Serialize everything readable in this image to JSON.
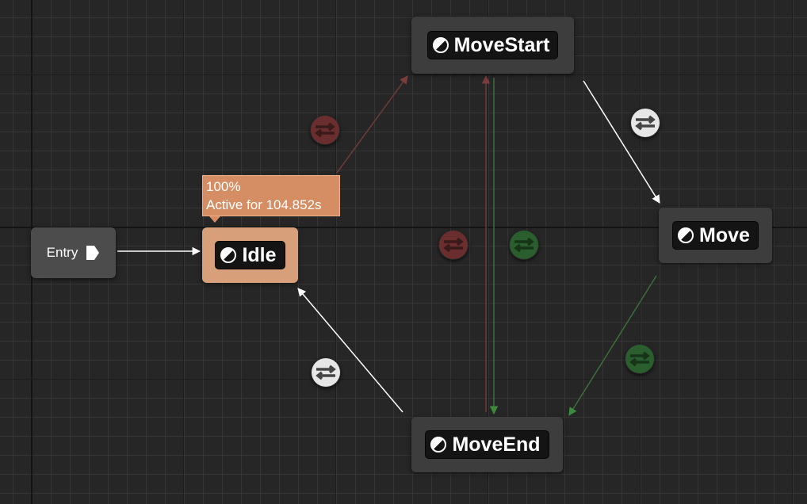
{
  "graph": {
    "type": "animation-state-machine",
    "entry": {
      "label": "Entry",
      "icon": "arrow-pin-icon"
    },
    "states": [
      {
        "id": "movestart",
        "label": "MoveStart",
        "icon": "half-circle-state-icon",
        "active": false
      },
      {
        "id": "idle",
        "label": "Idle",
        "icon": "half-circle-state-icon",
        "active": true
      },
      {
        "id": "move",
        "label": "Move",
        "icon": "half-circle-state-icon",
        "active": false
      },
      {
        "id": "moveend",
        "label": "MoveEnd",
        "icon": "half-circle-state-icon",
        "active": false
      }
    ],
    "active_state": {
      "state": "Idle",
      "weight": "100%",
      "duration_text": "Active for 104.852s"
    },
    "transitions": [
      {
        "from": "Entry",
        "to": "Idle",
        "state": "default"
      },
      {
        "from": "Idle",
        "to": "MoveStart",
        "state": "inactive-red"
      },
      {
        "from": "MoveStart",
        "to": "Move",
        "state": "default"
      },
      {
        "from": "Move",
        "to": "MoveEnd",
        "state": "inactive-green"
      },
      {
        "from": "MoveEnd",
        "to": "Idle",
        "state": "default"
      },
      {
        "from": "MoveEnd",
        "to": "MoveStart",
        "state": "inactive-red"
      },
      {
        "from": "MoveStart",
        "to": "MoveEnd",
        "state": "inactive-green"
      }
    ]
  },
  "colors": {
    "background": "#262626",
    "active_state": "#d7a07a",
    "tooltip": "#d58e64",
    "wire_default": "#ffffff",
    "wire_red": "#6e3a3a",
    "wire_green": "#3a6e3a",
    "icon_red": "#7a3434",
    "icon_green": "#2f6b33",
    "icon_default": "#e8e8e8"
  }
}
